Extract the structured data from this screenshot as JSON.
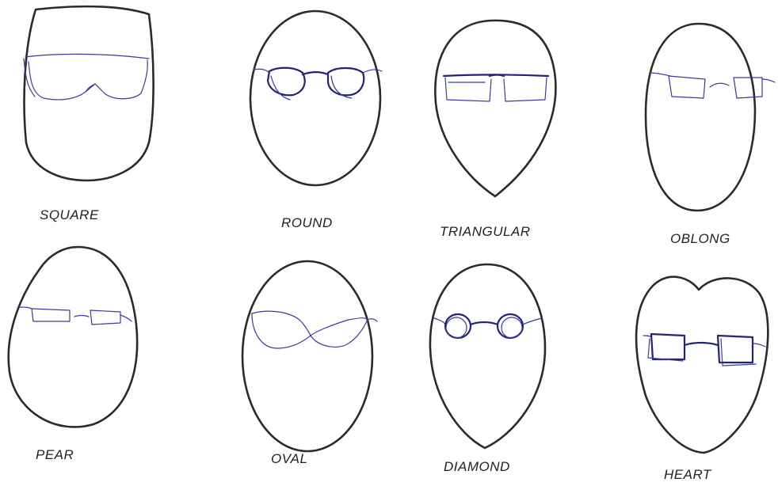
{
  "colors": {
    "outline": "#2b2b2b",
    "pen_ink": "#3a3aa0",
    "background": "#ffffff"
  },
  "shapes": [
    {
      "label": "SQUARE",
      "glasses": "wraparound-shield"
    },
    {
      "label": "ROUND",
      "glasses": "dark-round-frames"
    },
    {
      "label": "TRIANGULAR",
      "glasses": "top-bar-rectangular"
    },
    {
      "label": "OBLONG",
      "glasses": "small-rectangular"
    },
    {
      "label": "PEAR",
      "glasses": "narrow-rectangular"
    },
    {
      "label": "OVAL",
      "glasses": "cat-eye"
    },
    {
      "label": "DIAMOND",
      "glasses": "small-round"
    },
    {
      "label": "HEART",
      "glasses": "square-frames"
    }
  ]
}
